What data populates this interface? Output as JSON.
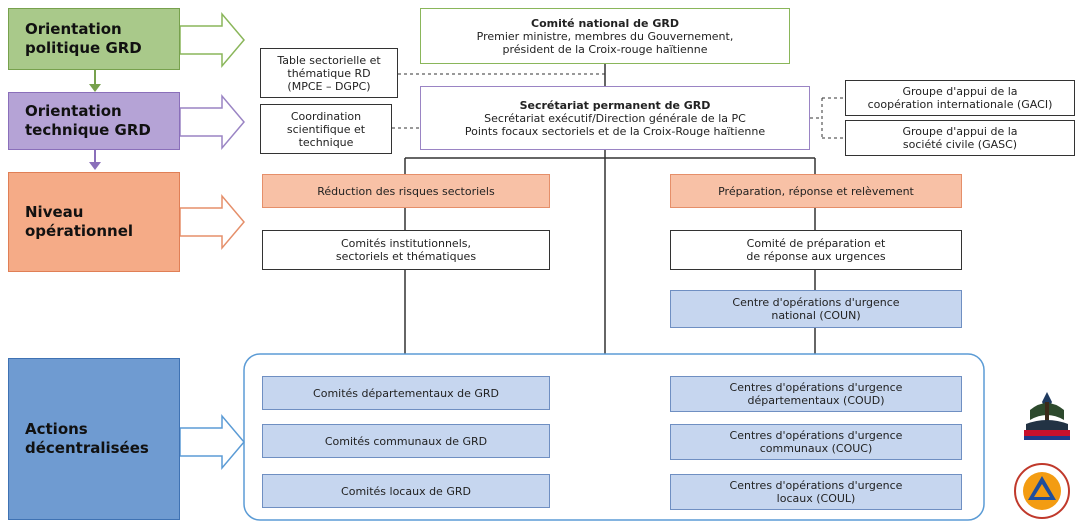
{
  "levels": {
    "politique": "Orientation\npolitique GRD",
    "technique": "Orientation\ntechnique GRD",
    "operationnel": "Niveau\nopérationnel",
    "decentralise": "Actions\ndécentralisées"
  },
  "boxes": {
    "comite_national": {
      "title": "Comité national de GRD",
      "body": "Premier ministre, membres du Gouvernement,\nprésident de la Croix-rouge haïtienne"
    },
    "table_sectorielle": "Table sectorielle et\nthématique RD\n(MPCE – DGPC)",
    "coordination": "Coordination\nscientifique et\ntechnique",
    "secretariat": {
      "title": "Secrétariat permanent de GRD",
      "body": "Secrétariat exécutif/Direction générale de la PC\nPoints focaux sectoriels et de la Croix-Rouge haïtienne"
    },
    "gaci": "Groupe d'appui de la\ncoopération internationale (GACI)",
    "gasc": "Groupe d'appui de la\nsociété civile (GASC)",
    "reduction": "Réduction des risques sectoriels",
    "preparation": "Préparation, réponse et relèvement",
    "comites_institutionnels": "Comités institutionnels,\nsectoriels et thématiques",
    "comite_preparation": "Comité de préparation et\nde réponse aux urgences",
    "coun": "Centre d'opérations d'urgence\nnational (COUN)",
    "dept_grd": "Comités départementaux de GRD",
    "communaux_grd": "Comités communaux de GRD",
    "locaux_grd": "Comités locaux de GRD",
    "coud": "Centres d'opérations d'urgence\ndépartementaux (COUD)",
    "couc": "Centres d'opérations d'urgence\ncommunaux (COUC)",
    "coul": "Centres d'opérations d'urgence\nlocaux (COUL)"
  },
  "colors": {
    "green": "#a9c98a",
    "purple": "#b5a3d6",
    "salmon": "#f5ab87",
    "blue": "#6f9bd1",
    "arrow_blue": "#5b9bd5"
  },
  "emblems": [
    "haiti-coat-of-arms-icon",
    "protection-civile-logo-icon"
  ]
}
